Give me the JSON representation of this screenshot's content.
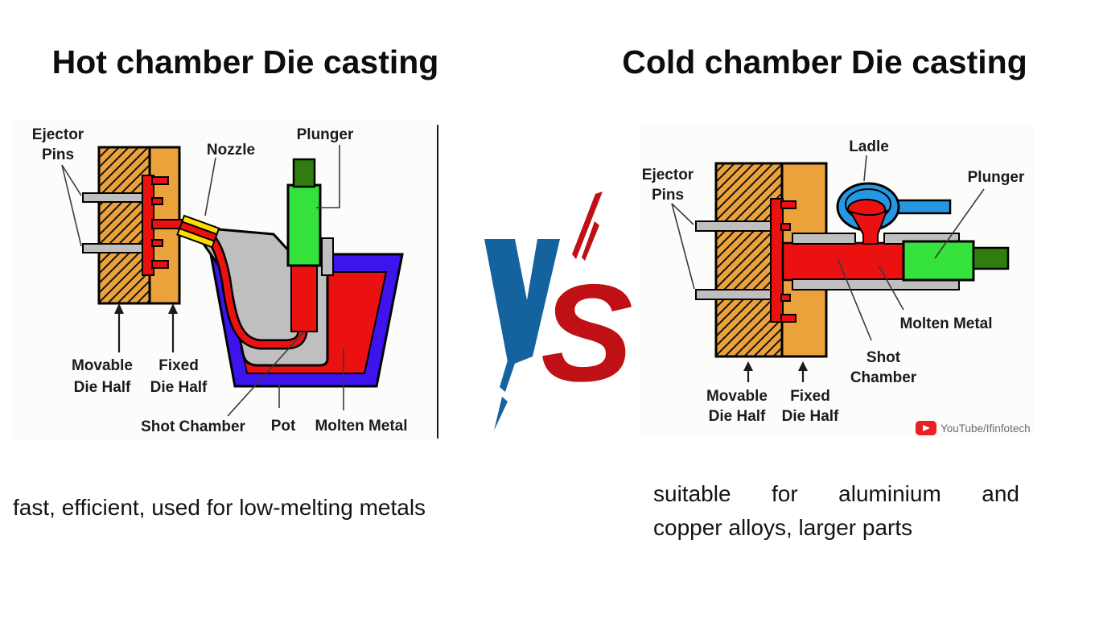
{
  "titles": {
    "left": "Hot chamber Die casting",
    "right": "Cold chamber Die casting"
  },
  "captions": {
    "left": "fast, efficient, used for low-melting metals",
    "right_line1": "suitable for aluminium and",
    "right_line2": "copper alloys, larger parts"
  },
  "vs_badge": {
    "letter_s": "S",
    "v_color": "#15639E",
    "s_color": "#BF1015"
  },
  "hot": {
    "labels": {
      "ejector_line1": "Ejector",
      "ejector_line2": "Pins",
      "nozzle": "Nozzle",
      "plunger": "Plunger",
      "movable_line1": "Movable",
      "movable_line2": "Die Half",
      "fixed_line1": "Fixed",
      "fixed_line2": "Die Half",
      "shot_chamber": "Shot Chamber",
      "pot": "Pot",
      "molten_metal": "Molten Metal"
    }
  },
  "cold": {
    "labels": {
      "ejector_line1": "Ejector",
      "ejector_line2": "Pins",
      "ladle": "Ladle",
      "plunger": "Plunger",
      "molten_metal": "Molten Metal",
      "shot_line1": "Shot",
      "shot_line2": "Chamber",
      "movable_line1": "Movable",
      "movable_line2": "Die Half",
      "fixed_line1": "Fixed",
      "fixed_line2": "Die Half"
    },
    "credit": "YouTube/Ifinfotech"
  },
  "palette": {
    "die_orange": "#EBA23B",
    "metal_red": "#EC1111",
    "plunger_green": "#35E23C",
    "rod_dark_green": "#2F7D0E",
    "pot_blue": "#3D13EE",
    "ladle_blue": "#2597E3",
    "sleeve_gray": "#BFBFBF",
    "nozzle_yellow": "#FFDD00",
    "youtube_red": "#ED1D24"
  }
}
